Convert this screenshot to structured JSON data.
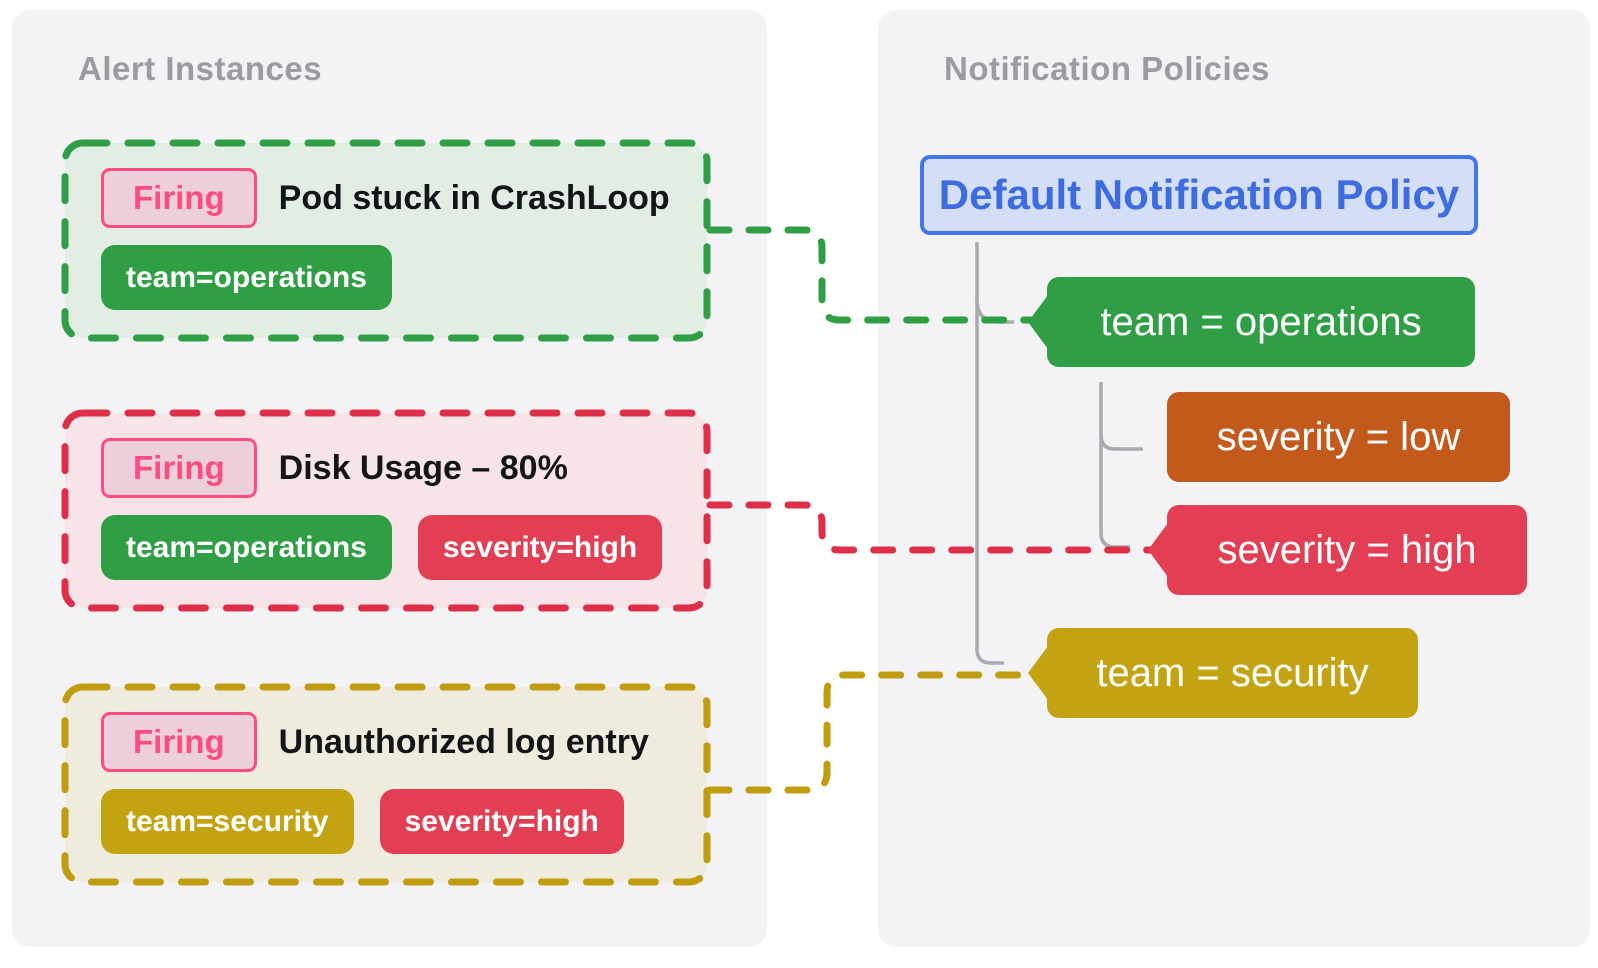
{
  "panels": {
    "left_title": "Alert Instances",
    "right_title": "Notification Policies"
  },
  "alert_instances": [
    {
      "status_badge": "Firing",
      "title": "Pod stuck in CrashLoop",
      "labels": [
        "team=operations"
      ],
      "accent_color": "#2f9e44"
    },
    {
      "status_badge": "Firing",
      "title": "Disk Usage – 80%",
      "labels": [
        "team=operations",
        "severity=high"
      ],
      "accent_color": "#dd3048"
    },
    {
      "status_badge": "Firing",
      "title": "Unauthorized log entry",
      "labels": [
        "team=security",
        "severity=high"
      ],
      "accent_color": "#c09c10"
    }
  ],
  "notification_policies": {
    "root_policy": "Default Notification Policy",
    "matchers": [
      {
        "label": "team = operations",
        "color": "#2f9e44",
        "has_notch": true
      },
      {
        "label": "severity = low",
        "color": "#c35a1c",
        "has_notch": false
      },
      {
        "label": "severity = high",
        "color": "#e23e54",
        "has_notch": true
      },
      {
        "label": "team = security",
        "color": "#c4a313",
        "has_notch": true
      }
    ]
  },
  "colors": {
    "panel_bg": "#f3f3f5",
    "green": "#2f9e44",
    "red": "#e23e54",
    "red_dash": "#dd3048",
    "orange": "#c35a1c",
    "gold": "#c4a313",
    "gold_dash": "#c09c10",
    "firing_pink": "#fb4d7f",
    "firing_bg": "#eccfda",
    "policy_blue_border": "#4276e9",
    "policy_blue_text": "#3c6cdf",
    "policy_blue_bg": "#d4dff7",
    "tree_line": "#ababaf",
    "card_green_bg": "#e2eee4",
    "card_pink_bg": "#f6e4e8",
    "card_cream_bg": "#f0ecdd"
  }
}
